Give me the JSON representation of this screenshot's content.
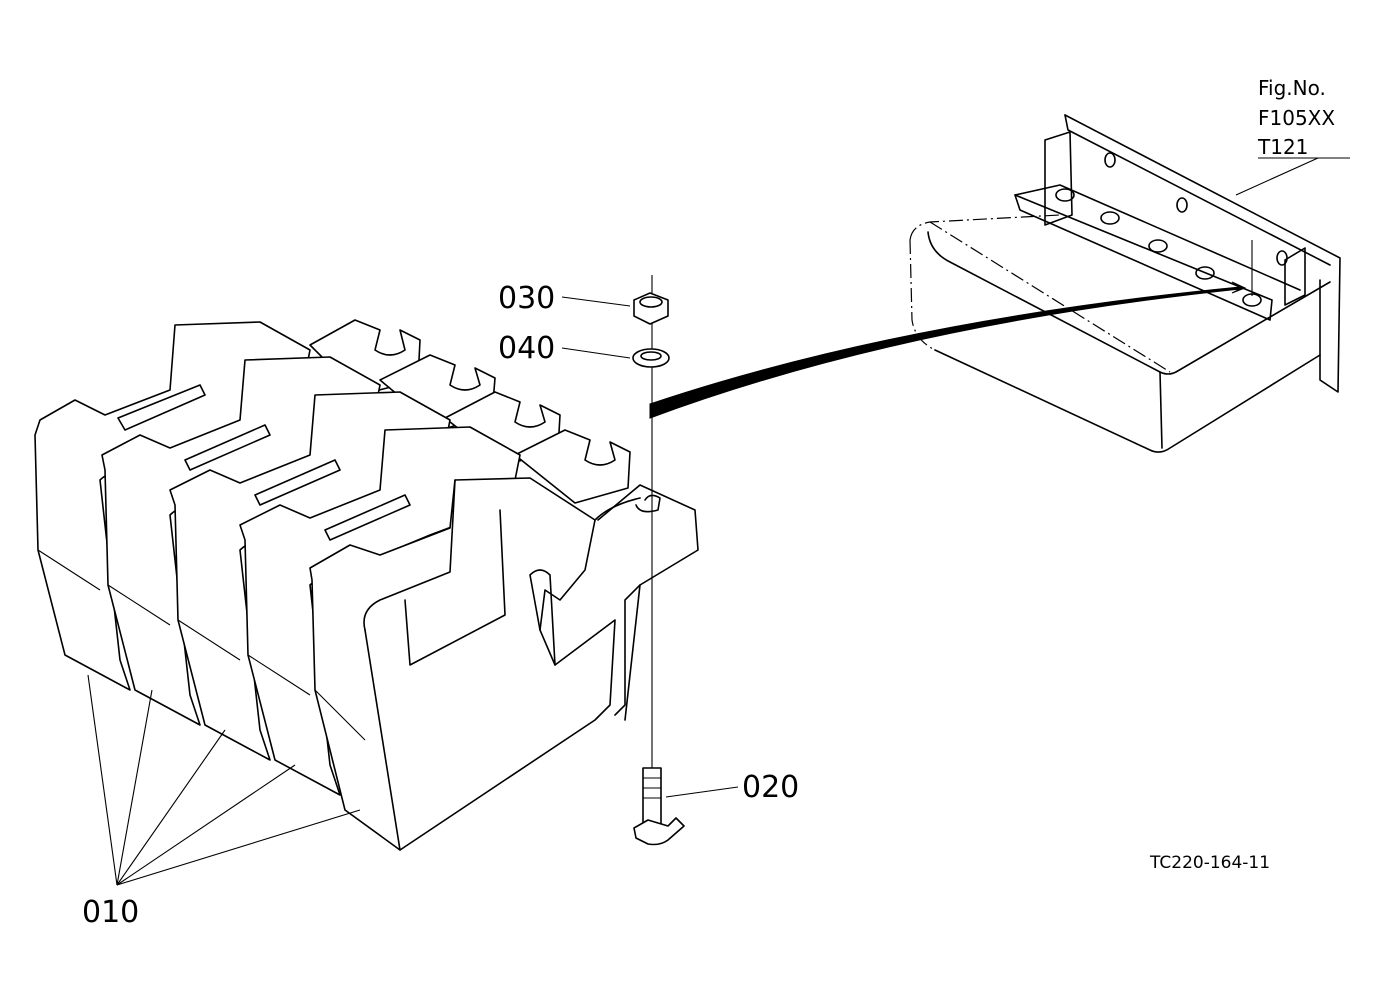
{
  "labels": {
    "weights": "010",
    "bolt": "020",
    "nut": "030",
    "washer": "040"
  },
  "figure_ref": {
    "line1": "Fig.No.",
    "line2": "F105XX",
    "line3": "T121"
  },
  "drawing_code": "TC220-164-11"
}
